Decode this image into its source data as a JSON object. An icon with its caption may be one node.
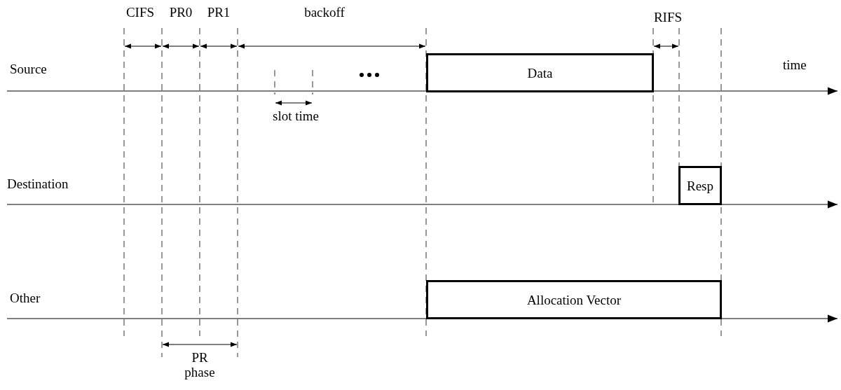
{
  "diagram": {
    "nodes": [
      {
        "text": [
          "Data"
        ]
      },
      {
        "text": [
          "Resp"
        ]
      },
      {
        "text": [
          "Allocation Vector"
        ]
      }
    ],
    "labels": [
      "CIFS",
      "PR0",
      "PR1",
      "backoff",
      "RIFS",
      "Source",
      "time",
      "slot time",
      "Destination",
      "Other",
      "PR phase"
    ]
  }
}
